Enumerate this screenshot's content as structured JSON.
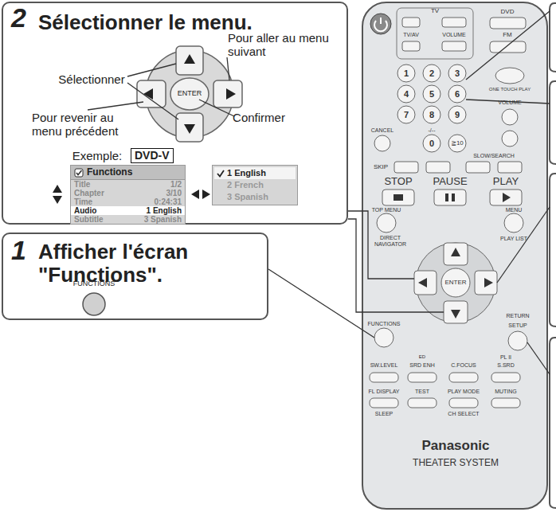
{
  "diagram": {
    "nodes": [
      {
        "text": [
          "2",
          "Sélectionner le menu."
        ]
      },
      {
        "text": [
          "DVD-V"
        ],
        "in": 0
      },
      {
        "text": [
          "Functions",
          "Title",
          "1/2",
          "Chapter",
          "3/10",
          "Time",
          "0:24:31",
          "Audio",
          "1 English",
          "Subtitle",
          "3 Spanish"
        ],
        "in": 0
      },
      {
        "text": [
          "1 English",
          "2 French",
          "3 Spanish"
        ],
        "in": 0
      },
      {
        "text": [
          "1",
          "Afficher l'écran \"Functions\"."
        ]
      },
      {
        "text": [
          "Panasonic",
          "THEATER SYSTEM"
        ]
      }
    ],
    "edges": [
      {
        "from": 0,
        "to": 5,
        "arrow": "none"
      },
      {
        "from": 0,
        "to": 5,
        "arrow": "none"
      },
      {
        "from": 4,
        "to": 5,
        "arrow": "none"
      }
    ],
    "labels": [
      "Sélectionner",
      "Pour aller au menu suivant",
      "Pour revenir au menu précédent",
      "Confirmer",
      "ENTER",
      "Exemple:",
      "FUNCTIONS",
      "TV",
      "DVD",
      "TV/AV",
      "VOLUME",
      "FM",
      "1",
      "2",
      "3",
      "4",
      "5",
      "6",
      "7",
      "8",
      "9",
      "0",
      "-/--",
      "≧10",
      "ONE TOUCH PLAY",
      "VOLUME",
      "CANCEL",
      "SKIP",
      "SLOW/SEARCH",
      "STOP",
      "PAUSE",
      "PLAY",
      "TOP MENU",
      "DIRECT NAVIGATOR",
      "MENU",
      "PLAY LIST",
      "ENTER",
      "RETURN",
      "SETUP",
      "FUNCTIONS",
      "ED",
      "SW.LEVEL",
      "SRD ENH",
      "C.FOCUS",
      "PL II",
      "S.SRD",
      "FL DISPLAY",
      "TEST",
      "PLAY MODE",
      "MUTING",
      "SLEEP",
      "CH SELECT"
    ]
  }
}
